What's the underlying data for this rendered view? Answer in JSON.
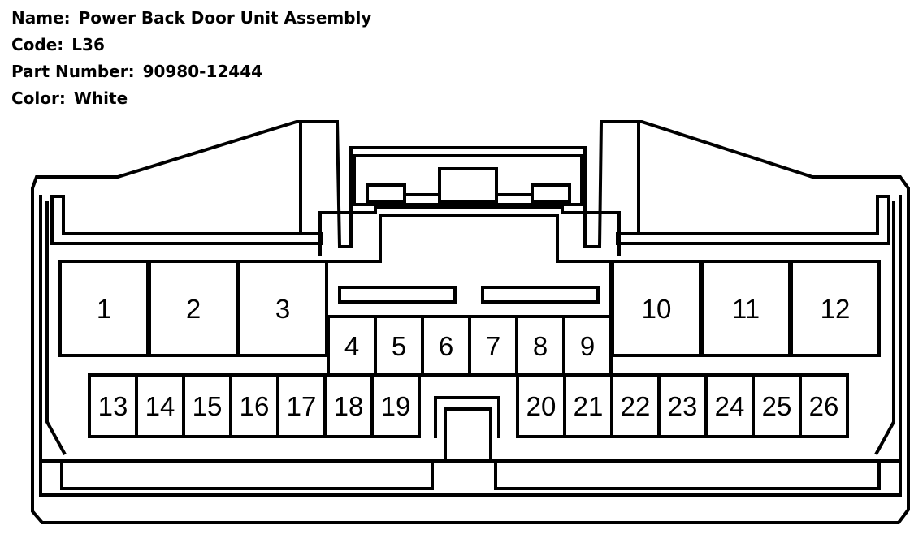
{
  "header": {
    "name_label": "Name:",
    "name_value": "Power Back Door Unit Assembly",
    "code_label": "Code:",
    "code_value": "L36",
    "part_label": "Part Number:",
    "part_value": "90980-12444",
    "color_label": "Color:",
    "color_value": "White"
  },
  "pins": {
    "large_left": [
      "1",
      "2",
      "3"
    ],
    "large_right": [
      "10",
      "11",
      "12"
    ],
    "middle": [
      "4",
      "5",
      "6",
      "7",
      "8",
      "9"
    ],
    "bottom_left": [
      "13",
      "14",
      "15",
      "16",
      "17",
      "18",
      "19"
    ],
    "bottom_right": [
      "20",
      "21",
      "22",
      "23",
      "24",
      "25",
      "26"
    ]
  },
  "colors": {
    "stroke": "#000000",
    "background": "#ffffff"
  }
}
